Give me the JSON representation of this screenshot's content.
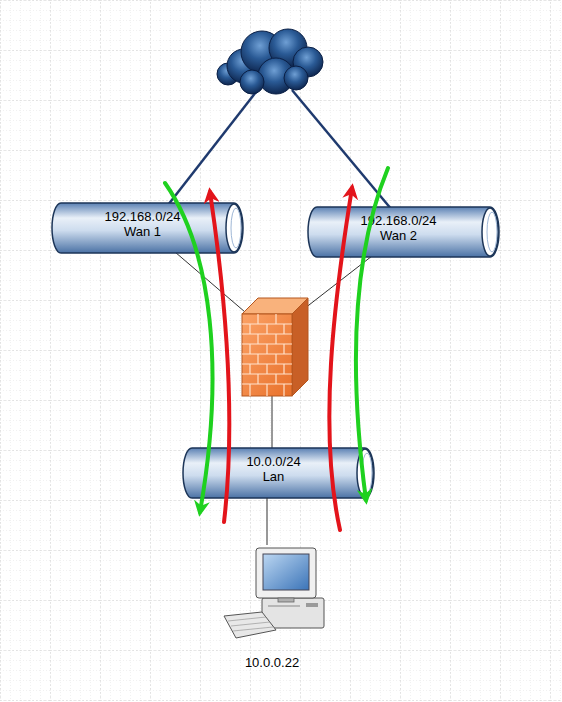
{
  "diagram": {
    "nodes": [
      {
        "text": [
          "192.168.0/24",
          "Wan 1"
        ]
      },
      {
        "text": [
          "192.168.0/24",
          "Wan 2"
        ]
      },
      {
        "text": [
          "10.0.0/24",
          "Lan"
        ]
      },
      {
        "text": [
          "10.0.0.22"
        ]
      }
    ],
    "edges": [
      {
        "from": 2,
        "to": 3,
        "arrow": "none"
      }
    ]
  }
}
